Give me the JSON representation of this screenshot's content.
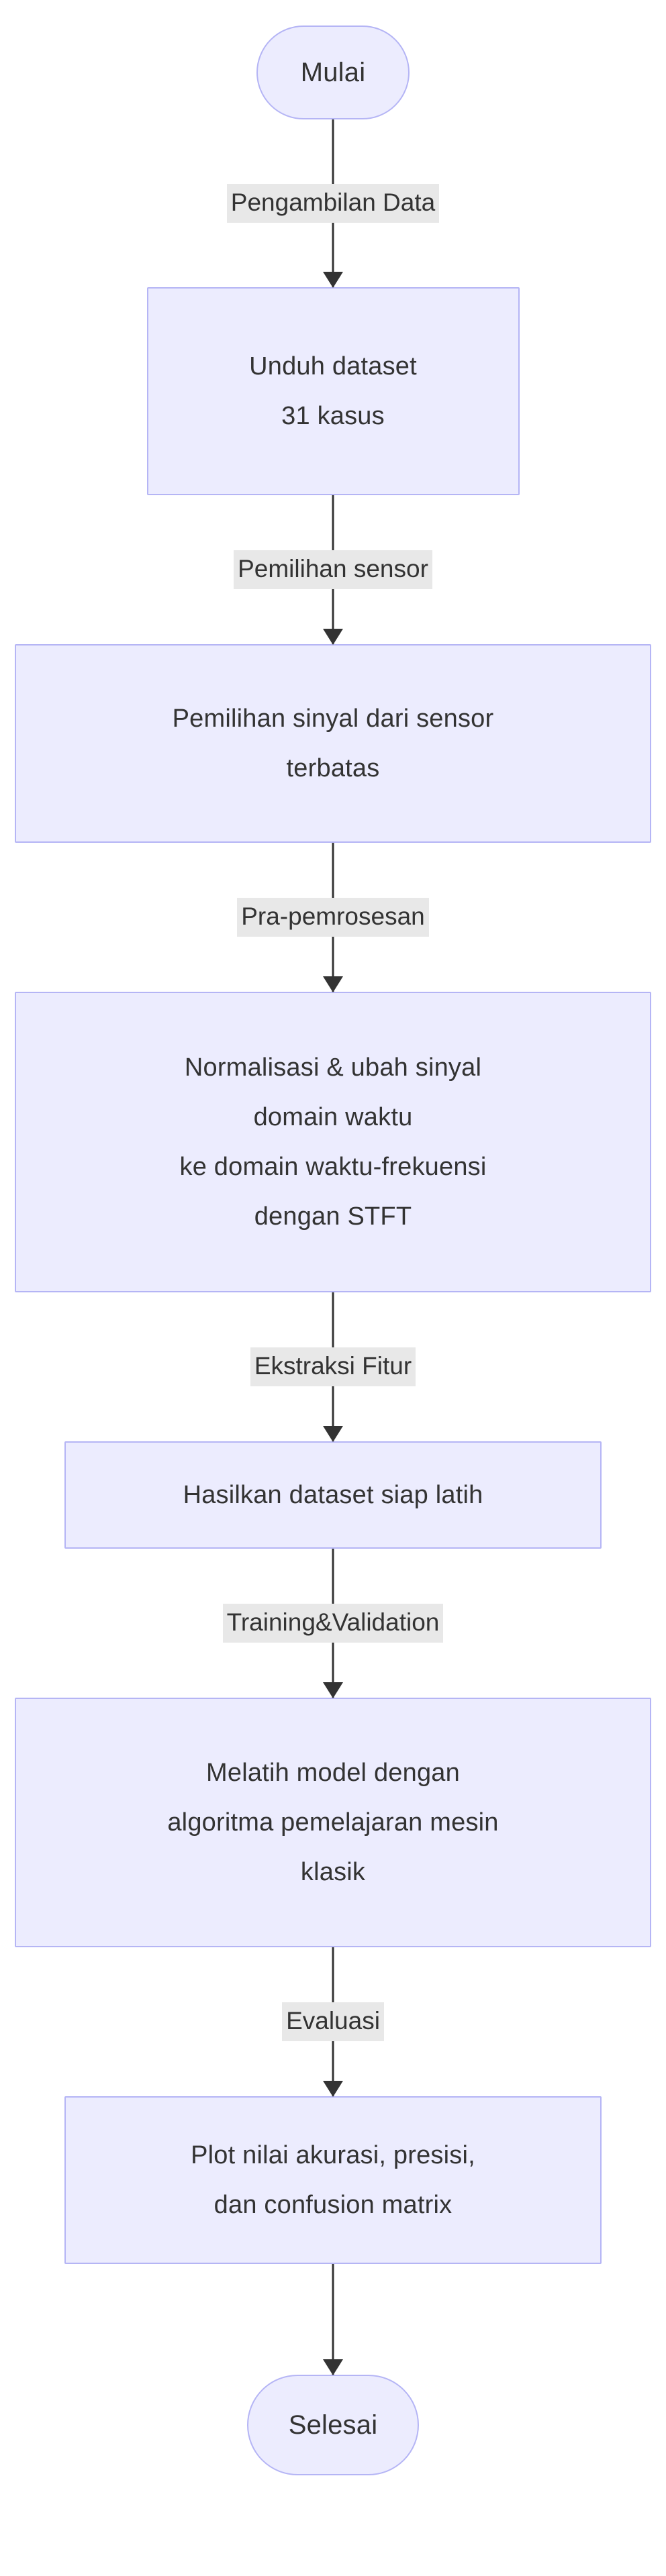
{
  "diagram": {
    "type": "flowchart",
    "orientation": "top-to-bottom",
    "colors": {
      "node_fill": "#ECECFE",
      "node_border": "#B5B5F5",
      "edge_line": "#333333",
      "edge_label_background": "#E8E8E8",
      "text": "#333333",
      "canvas_background": "#FFFFFF"
    },
    "nodes": {
      "start": {
        "shape": "stadium",
        "label": "Mulai"
      },
      "step1": {
        "shape": "rectangle",
        "lines": [
          "Unduh dataset",
          "31 kasus"
        ]
      },
      "step2": {
        "shape": "rectangle",
        "lines": [
          "Pemilihan sinyal dari sensor",
          "terbatas"
        ]
      },
      "step3": {
        "shape": "rectangle",
        "lines": [
          "Normalisasi & ubah sinyal",
          "domain waktu",
          "ke domain waktu-frekuensi",
          "dengan STFT"
        ]
      },
      "step4": {
        "shape": "rectangle",
        "lines": [
          "Hasilkan dataset siap latih"
        ]
      },
      "step5": {
        "shape": "rectangle",
        "lines": [
          "Melatih model dengan",
          "algoritma pemelajaran mesin",
          "klasik"
        ]
      },
      "step6": {
        "shape": "rectangle",
        "lines": [
          "Plot nilai akurasi, presisi,",
          "dan confusion matrix"
        ]
      },
      "end": {
        "shape": "stadium",
        "label": "Selesai"
      }
    },
    "edges": [
      {
        "from": "start",
        "to": "step1",
        "label": "Pengambilan Data"
      },
      {
        "from": "step1",
        "to": "step2",
        "label": "Pemilihan sensor"
      },
      {
        "from": "step2",
        "to": "step3",
        "label": "Pra-pemrosesan"
      },
      {
        "from": "step3",
        "to": "step4",
        "label": "Ekstraksi Fitur"
      },
      {
        "from": "step4",
        "to": "step5",
        "label": "Training&Validation"
      },
      {
        "from": "step5",
        "to": "step6",
        "label": "Evaluasi"
      },
      {
        "from": "step6",
        "to": "end",
        "label": ""
      }
    ]
  }
}
